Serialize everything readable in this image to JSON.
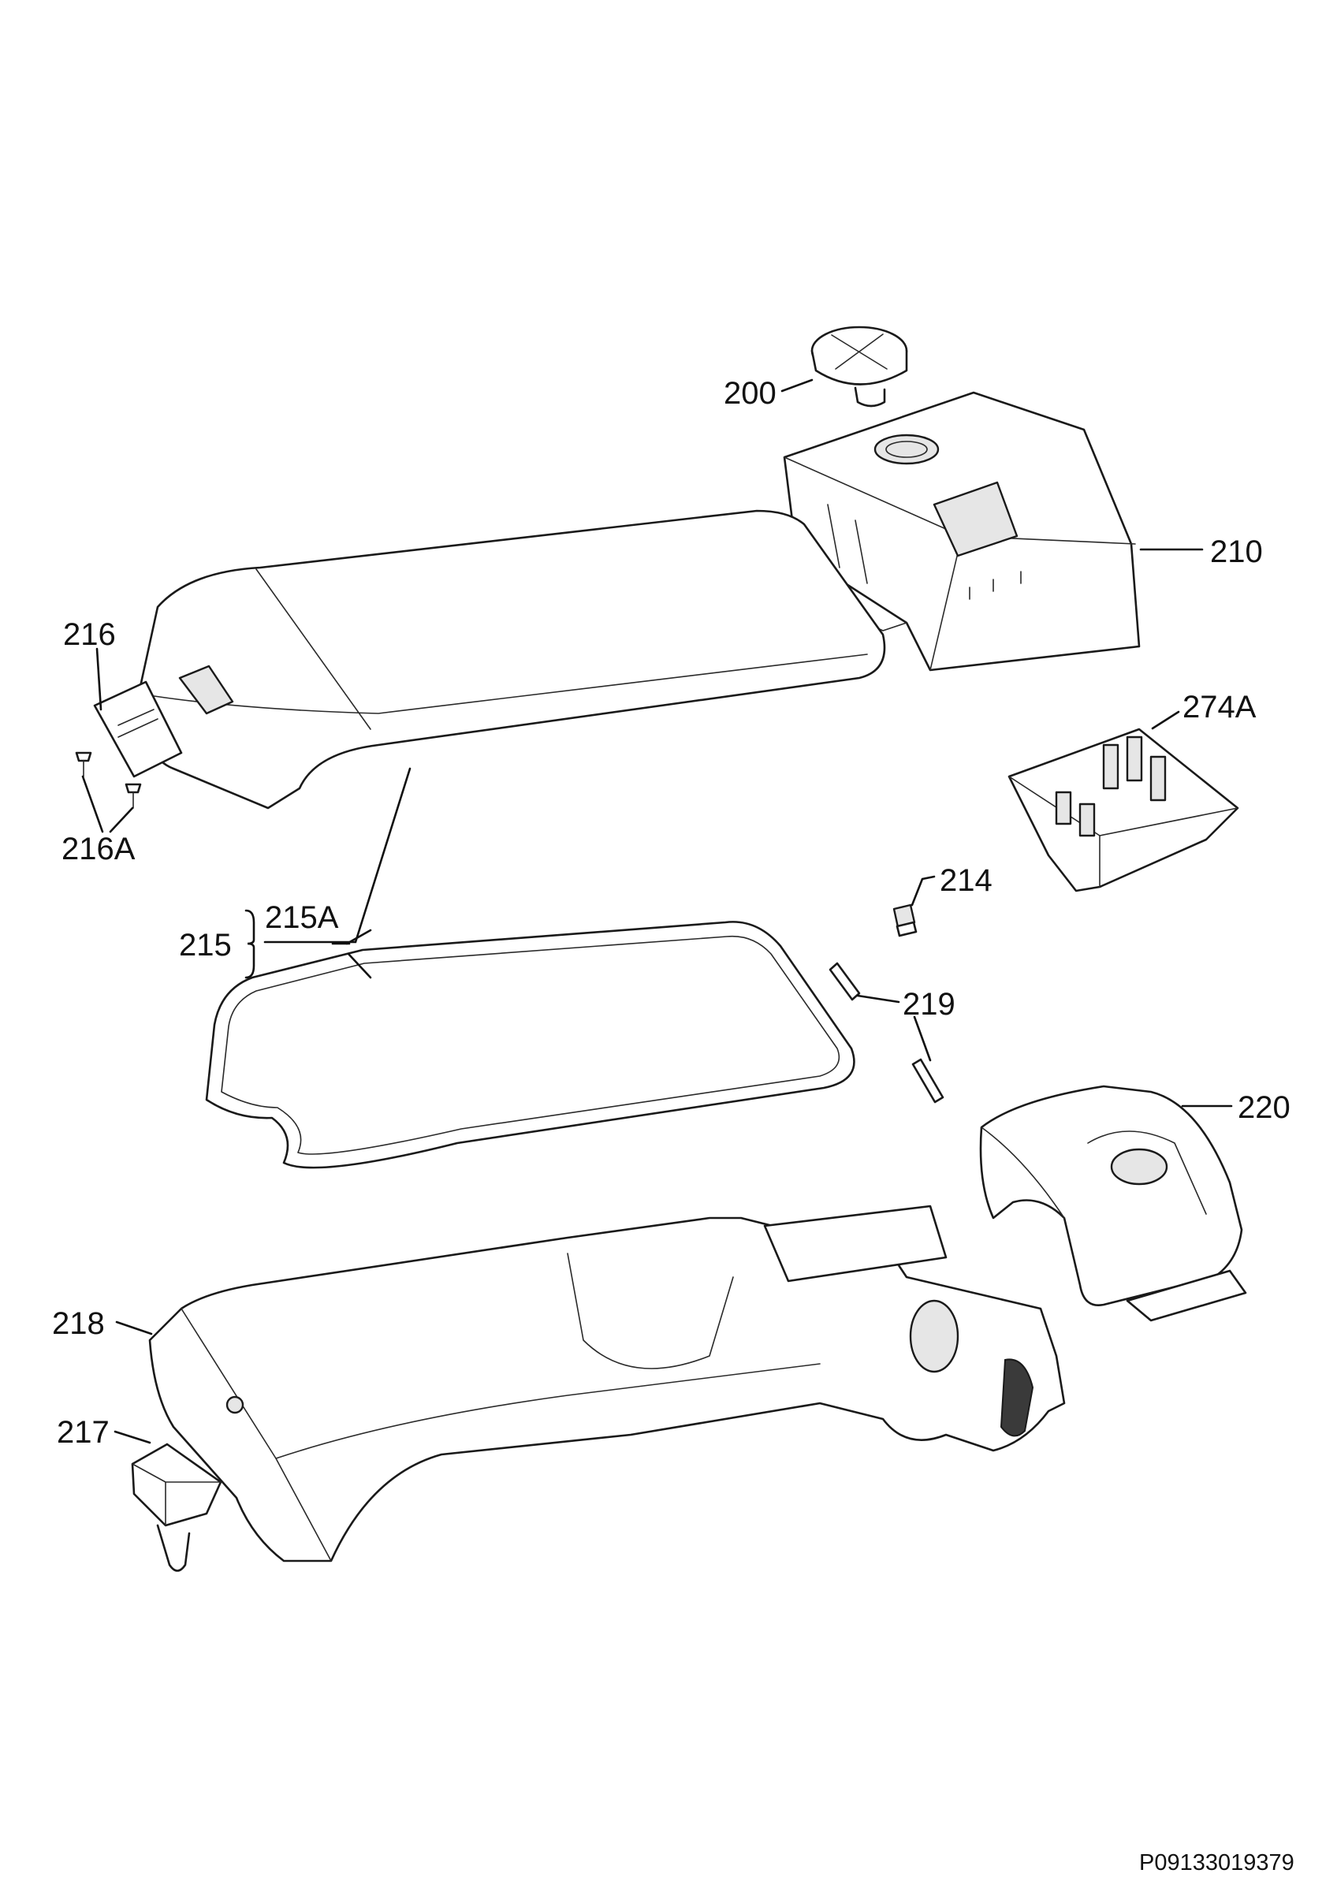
{
  "callouts": {
    "c200": "200",
    "c210": "210",
    "c216": "216",
    "c274a": "274A",
    "c216a": "216A",
    "c214": "214",
    "c215": "215",
    "c215a": "215A",
    "c219": "219",
    "c220": "220",
    "c218": "218",
    "c217": "217"
  },
  "document_id": "P09133019379"
}
